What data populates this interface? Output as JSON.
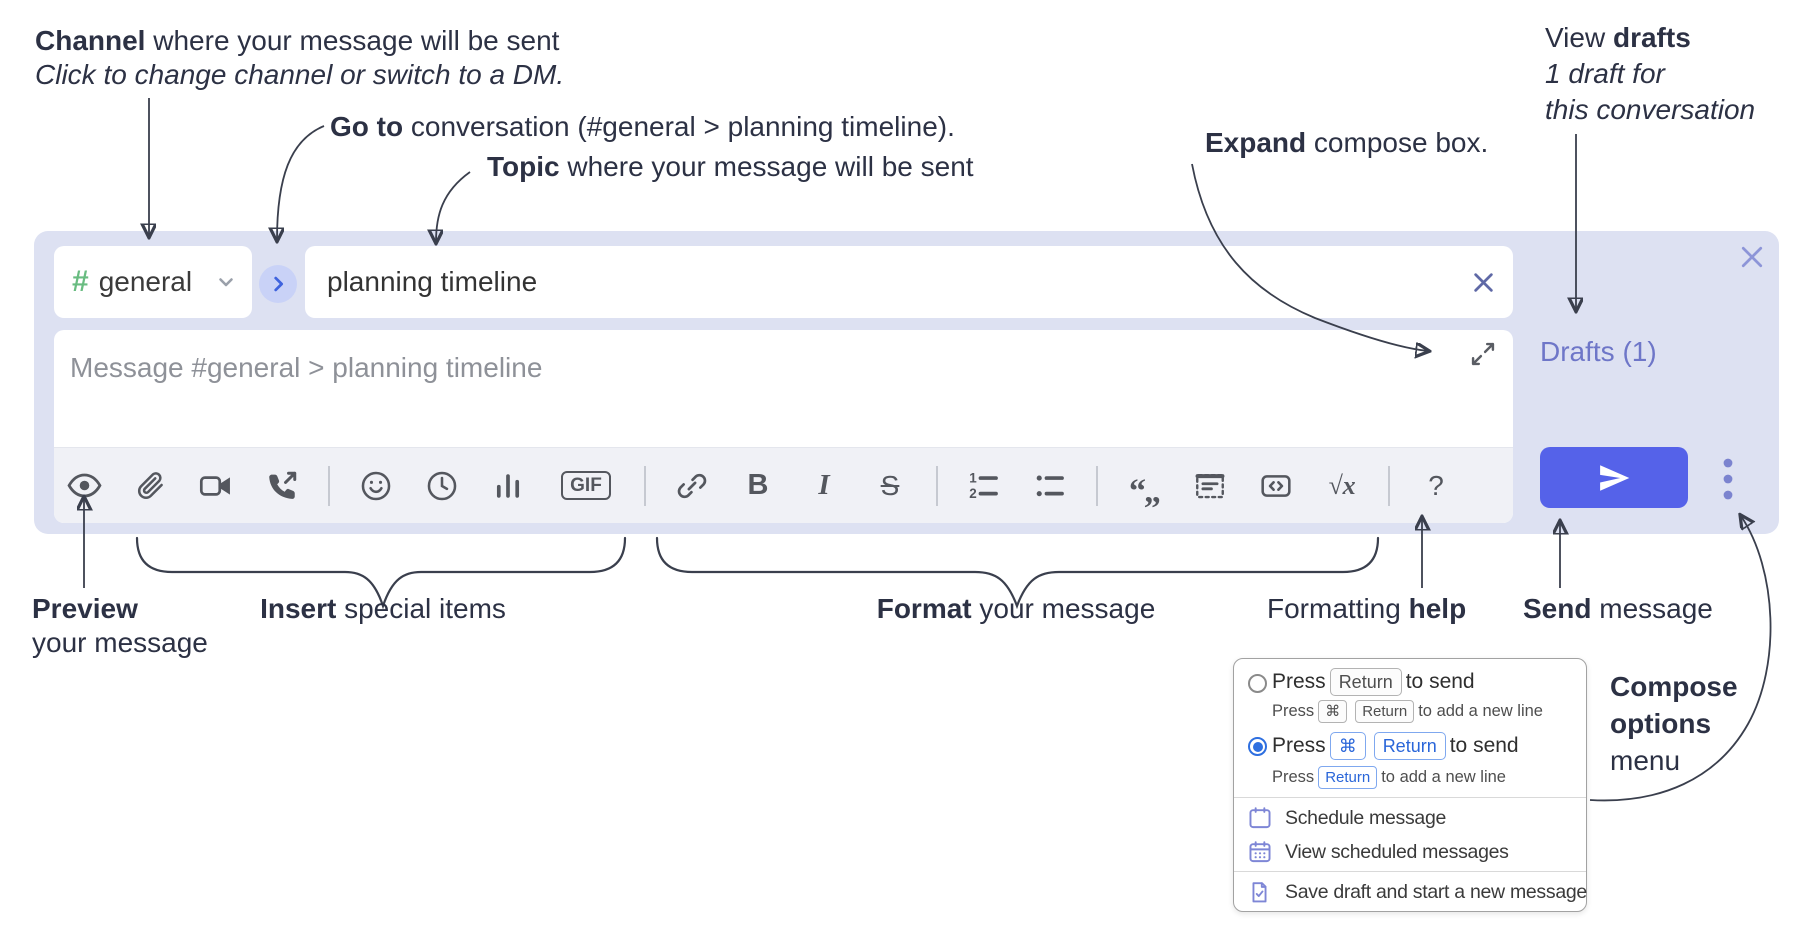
{
  "annotations": {
    "channel": {
      "bold": "Channel",
      "rest": " where your message will be sent",
      "italic_line": "Click to change channel or switch to a DM."
    },
    "go_to": {
      "bold": "Go to",
      "rest": " conversation (#general > planning timeline)."
    },
    "topic": {
      "bold": "Topic",
      "rest": " where your message will be sent"
    },
    "expand": {
      "bold": "Expand",
      "rest": " compose box."
    },
    "view_drafts": {
      "pre": "View ",
      "bold": "drafts",
      "line2": "1 draft for",
      "line3": "this conversation"
    },
    "preview": {
      "bold": "Preview",
      "line2": "your message"
    },
    "insert": {
      "bold": "Insert",
      "rest": " special items"
    },
    "format": {
      "bold": "Format",
      "rest": " your message"
    },
    "formatting_help": {
      "pre": "Formatting ",
      "bold": "help"
    },
    "send": {
      "bold": "Send",
      "rest": " message"
    },
    "compose_options": {
      "bold_line1": "Compose",
      "bold_line2": "options",
      "line3": "menu"
    }
  },
  "compose": {
    "hash_symbol": "#",
    "channel_name": "general",
    "topic_value": "planning timeline",
    "message_placeholder": "Message #general > planning timeline",
    "drafts_label": "Drafts (1)",
    "toolbar_labels": {
      "gif": "GIF",
      "bold": "B",
      "italic": "I",
      "strike": "S",
      "quote": "“„",
      "math": "√x",
      "help": "?"
    },
    "toolbar_icons": [
      "eye-icon",
      "paperclip-icon",
      "video-camera-icon",
      "phone-call-icon",
      "smiley-icon",
      "clock-icon",
      "bar-chart-icon",
      "gif-icon",
      "link-icon",
      "bold-icon",
      "italic-icon",
      "strikethrough-icon",
      "numbered-list-icon",
      "bulleted-list-icon",
      "quote-icon",
      "spoiler-icon",
      "code-icon",
      "math-icon",
      "question-mark-icon"
    ]
  },
  "compose_options_menu": {
    "option_return": {
      "selected": false,
      "main": {
        "press": "Press",
        "key": "Return",
        "suffix": "to send"
      },
      "sub": {
        "press": "Press",
        "key1": "⌘",
        "key2": "Return",
        "suffix": "to add a new line"
      }
    },
    "option_cmd_return": {
      "selected": true,
      "main": {
        "press": "Press",
        "key1": "⌘",
        "key2": "Return",
        "suffix": "to send"
      },
      "sub": {
        "press": "Press",
        "key": "Return",
        "suffix": "to add a new line"
      }
    },
    "items": [
      {
        "icon": "calendar-icon",
        "label": "Schedule message"
      },
      {
        "icon": "calendar-grid-icon",
        "label": "View scheduled messages"
      },
      {
        "icon": "save-draft-icon",
        "label": "Save draft and start a new message"
      }
    ]
  },
  "colors": {
    "compose_bg": "#dde1f2",
    "accent_indigo": "#5562e9",
    "link_purple": "#6e76c8",
    "hash_green": "#69bc81",
    "icon_gray": "#54575e",
    "annotation_ink": "#2c3144",
    "radio_blue": "#2e6fe0"
  }
}
